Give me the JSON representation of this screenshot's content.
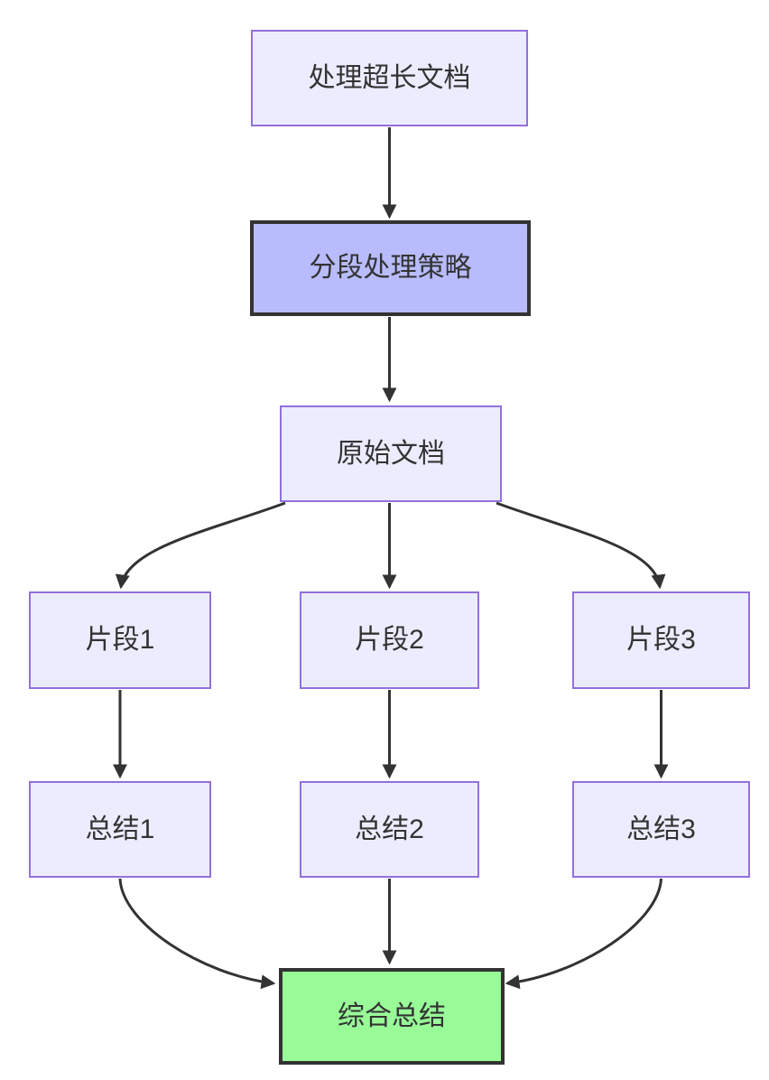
{
  "diagram": {
    "type": "flowchart",
    "direction": "top-down",
    "colors": {
      "background": "#ffffff",
      "node_fill": "#ECECFF",
      "node_border": "#9370DB",
      "highlight_fill": "#B8BCFC",
      "highlight_border": "#333333",
      "success_fill": "#98FB98",
      "success_border": "#333333",
      "edge_stroke": "#333333",
      "text": "#333333"
    },
    "nodes": [
      {
        "id": "A",
        "label": "处理超长文档",
        "style": "default"
      },
      {
        "id": "B",
        "label": "分段处理策略",
        "style": "highlight"
      },
      {
        "id": "C",
        "label": "原始文档",
        "style": "default"
      },
      {
        "id": "D",
        "label": "片段1",
        "style": "default"
      },
      {
        "id": "E",
        "label": "片段2",
        "style": "default"
      },
      {
        "id": "F",
        "label": "片段3",
        "style": "default"
      },
      {
        "id": "G",
        "label": "总结1",
        "style": "default"
      },
      {
        "id": "H",
        "label": "总结2",
        "style": "default"
      },
      {
        "id": "I",
        "label": "总结3",
        "style": "default"
      },
      {
        "id": "J",
        "label": "综合总结",
        "style": "success"
      }
    ],
    "edges": [
      {
        "from": "A",
        "to": "B"
      },
      {
        "from": "B",
        "to": "C"
      },
      {
        "from": "C",
        "to": "D"
      },
      {
        "from": "C",
        "to": "E"
      },
      {
        "from": "C",
        "to": "F"
      },
      {
        "from": "D",
        "to": "G"
      },
      {
        "from": "E",
        "to": "H"
      },
      {
        "from": "F",
        "to": "I"
      },
      {
        "from": "G",
        "to": "J"
      },
      {
        "from": "H",
        "to": "J"
      },
      {
        "from": "I",
        "to": "J"
      }
    ]
  }
}
